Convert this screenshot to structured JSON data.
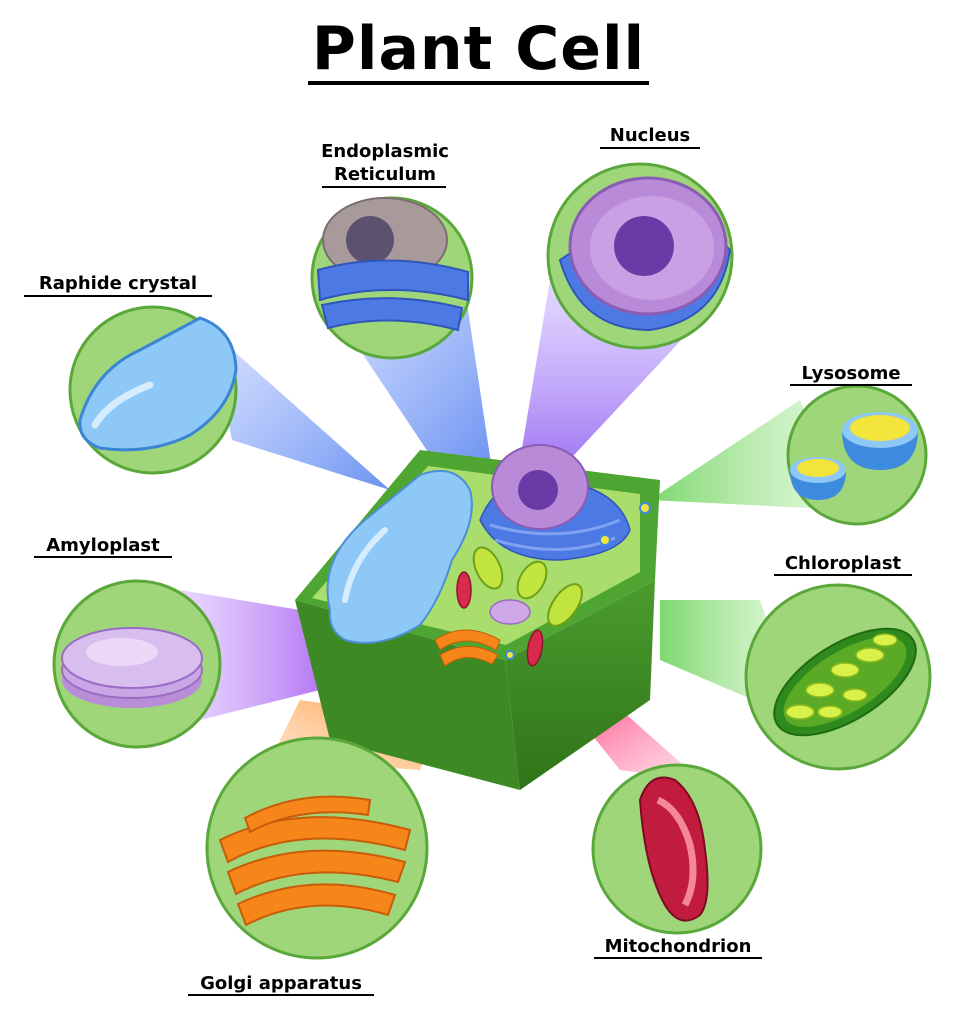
{
  "title": "Plant Cell",
  "labels": {
    "er_line1": "Endoplasmic",
    "er_line2": "Reticulum",
    "nucleus": "Nucleus",
    "raphide": "Raphide crystal",
    "lysosome": "Lysosome",
    "amyloplast": "Amyloplast",
    "chloroplast": "Chloroplast",
    "golgi": "Golgi apparatus",
    "mitochondrion": "Mitochondrion"
  },
  "colors": {
    "circle_fill": "#9fd67a",
    "circle_stroke": "#5aa83a",
    "cell_green": "#3f8f2a",
    "cytoplasm": "#a8dc6e",
    "vacuole": "#8cc6f5",
    "nucleus": "#b68ad6",
    "er": "#4a78e0",
    "golgi": "#f6861a",
    "mitochondrion": "#d42c4e",
    "chloroplast": "#b8e23a",
    "amyloplast": "#c9a6e4",
    "lysosome": "#f2e43c"
  }
}
